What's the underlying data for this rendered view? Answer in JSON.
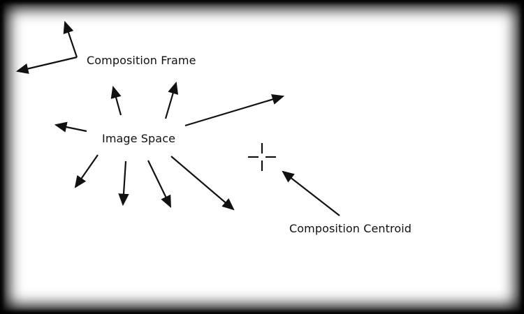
{
  "labels": {
    "composition_frame": "Composition Frame",
    "image_space": "Image Space",
    "composition_centroid": "Composition Centroid"
  },
  "icons": {
    "centroid_marker": "crosshair-icon"
  },
  "colors": {
    "background": "#ffffff",
    "ink": "#111111",
    "border": "#000000"
  }
}
